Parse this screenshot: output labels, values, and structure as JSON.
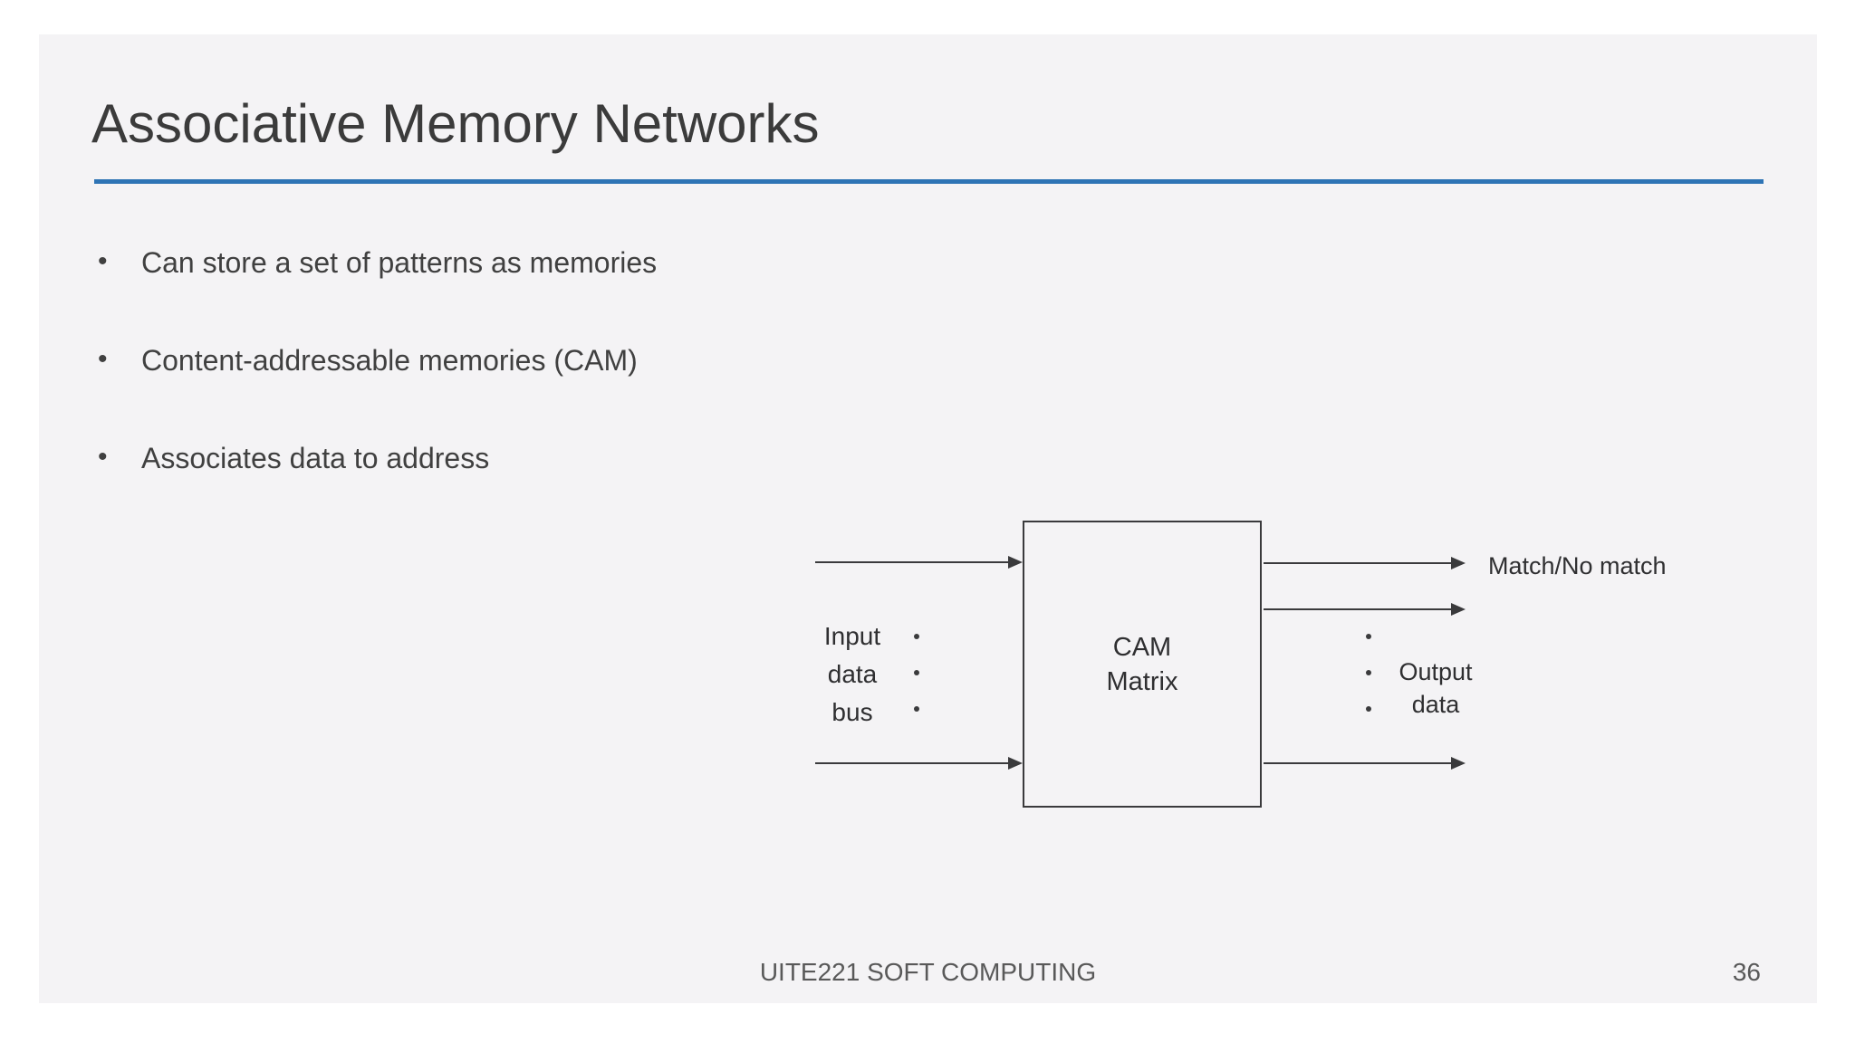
{
  "slide": {
    "title": "Associative Memory Networks",
    "bullets": [
      "Can store a set of patterns as memories",
      "Content-addressable memories (CAM)",
      "Associates data to address"
    ],
    "footer": {
      "course": "UITE221 SOFT COMPUTING",
      "page_number": "36"
    }
  },
  "diagram": {
    "box_label": "CAM\nMatrix",
    "input_label": "Input\ndata\nbus",
    "output_label": "Output\ndata",
    "match_label": "Match/No match"
  },
  "colors": {
    "page_background": "#ffffff",
    "slide_background": "#f4f3f5",
    "accent_rule_blue": "#2e74b5",
    "title_text": "#3b3b3b",
    "body_text": "#404040",
    "diagram_ink": "#3a3a3c",
    "footer_text": "#595959"
  }
}
